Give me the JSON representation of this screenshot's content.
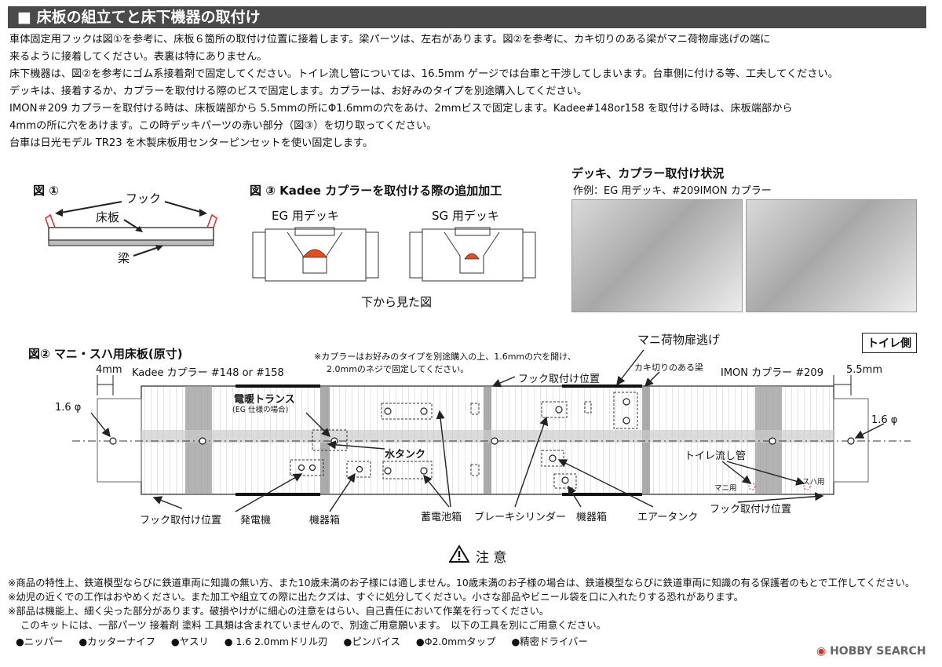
{
  "header": {
    "title": "■ 床板の組立てと床下機器の取付け"
  },
  "intro": [
    "車体固定用フックは図①を参考に、床板６箇所の取付け位置に接着します。梁パーツは、左右があります。図②を参考に、カキ切りのある梁がマニ荷物扉逃げの端に",
    "来るように接着してください。表裏は特にありません。",
    "床下機器は、図②を参考にゴム系接着剤で固定してください。トイレ流し管については、16.5mm ゲージでは台車と干渉してしまいます。台車側に付ける等、工夫してください。",
    "デッキは、接着するか、カプラーを取付ける際のビスで固定します。カプラーは、お好みのタイプを別途購入してください。",
    "IMON＃209 カプラーを取付ける時は、床板端部から 5.5mmの所にΦ1.6mmの穴をあけ、2mmビスで固定します。Kadee#148or158 を取付ける時は、床板端部から",
    "4mmの所に穴をあけます。この時デッキパーツの赤い部分（図③）を切り取ってください。",
    "台車は日光モデル TR23 を木製床板用センターピンセットを使い固定します。"
  ],
  "fig1": {
    "title": "図 ①",
    "hook": "フック",
    "floor": "床板",
    "beam": "梁"
  },
  "fig3": {
    "title": "図 ③ Kadee カプラーを取付ける際の追加加工",
    "eg": "EG 用デッキ",
    "sg": "SG 用デッキ",
    "bottom_view": "下から見た図"
  },
  "photos": {
    "title": "デッキ、カプラー取付け状況",
    "subtitle": "作例：EG 用デッキ、#209IMON カプラー"
  },
  "fig2": {
    "title": "図② マニ・スハ用床板(原寸)",
    "note1": "※カプラーはお好みのタイプを別途購入の上、1.6mmの穴を開け、",
    "note2": "2.0mmのネジで固定してください。",
    "mani_door": "マニ荷物扉逃げ",
    "toilet_side": "トイレ側",
    "dim_4mm": "4mm",
    "kadee": "Kadee カプラー #148 or #158",
    "hook_pos": "フック取付け位置",
    "notched_beam": "カキ切りのある梁",
    "imon": "IMON カプラー #209",
    "dim_55mm": "5.5mm",
    "phi_left": "1.6 φ",
    "phi_right": "1.6 φ",
    "trans": "電暖トランス",
    "trans_sub": "(EG 仕様の場合)",
    "water_tank": "水タンク",
    "toilet_pipe": "トイレ流し管",
    "mani_use": "マニ用",
    "suha_use": "スハ用",
    "hook_pos_left": "フック取付け位置",
    "generator": "発電機",
    "equip_box1": "機器箱",
    "battery": "蓄電池箱",
    "brake": "ブレーキシリンダー",
    "equip_box2": "機器箱",
    "air_tank": "エアータンク",
    "hook_pos_right": "フック取付け位置"
  },
  "caution": {
    "title": "注 意",
    "lines": [
      "※商品の特性上、鉄道模型ならびに鉄道車両に知識の無い方、また10歳未満のお子様には適しません。10歳未満のお子様の場合は、鉄道模型ならびに鉄道車両に知識の有る保護者のもとで工作してください。",
      "※幼児の近くでの工作はおやめください。また加工や組立ての際に出たクズは、すぐに処分してください。小さな部品やビニール袋を口に入れたりする恐れがあります。",
      "※部品は機能上、細く尖った部分があります。破損やけがに細心の注意をはらい、自己責任において作業を行ってください。",
      "このキットには、一部パーツ 接着剤 塗料 工具類は含まれていませんので、別途ご用意願います。　以下の工具を別にご用意ください。"
    ],
    "tools": [
      "●ニッパー",
      "●カッターナイフ",
      "●ヤスリ",
      "● 1.6 2.0mmドリル刃",
      "●ピンバイス",
      "●Φ2.0mmタップ",
      "●精密ドライバー"
    ]
  },
  "logo": {
    "text": "HOBBY SEARCH"
  }
}
